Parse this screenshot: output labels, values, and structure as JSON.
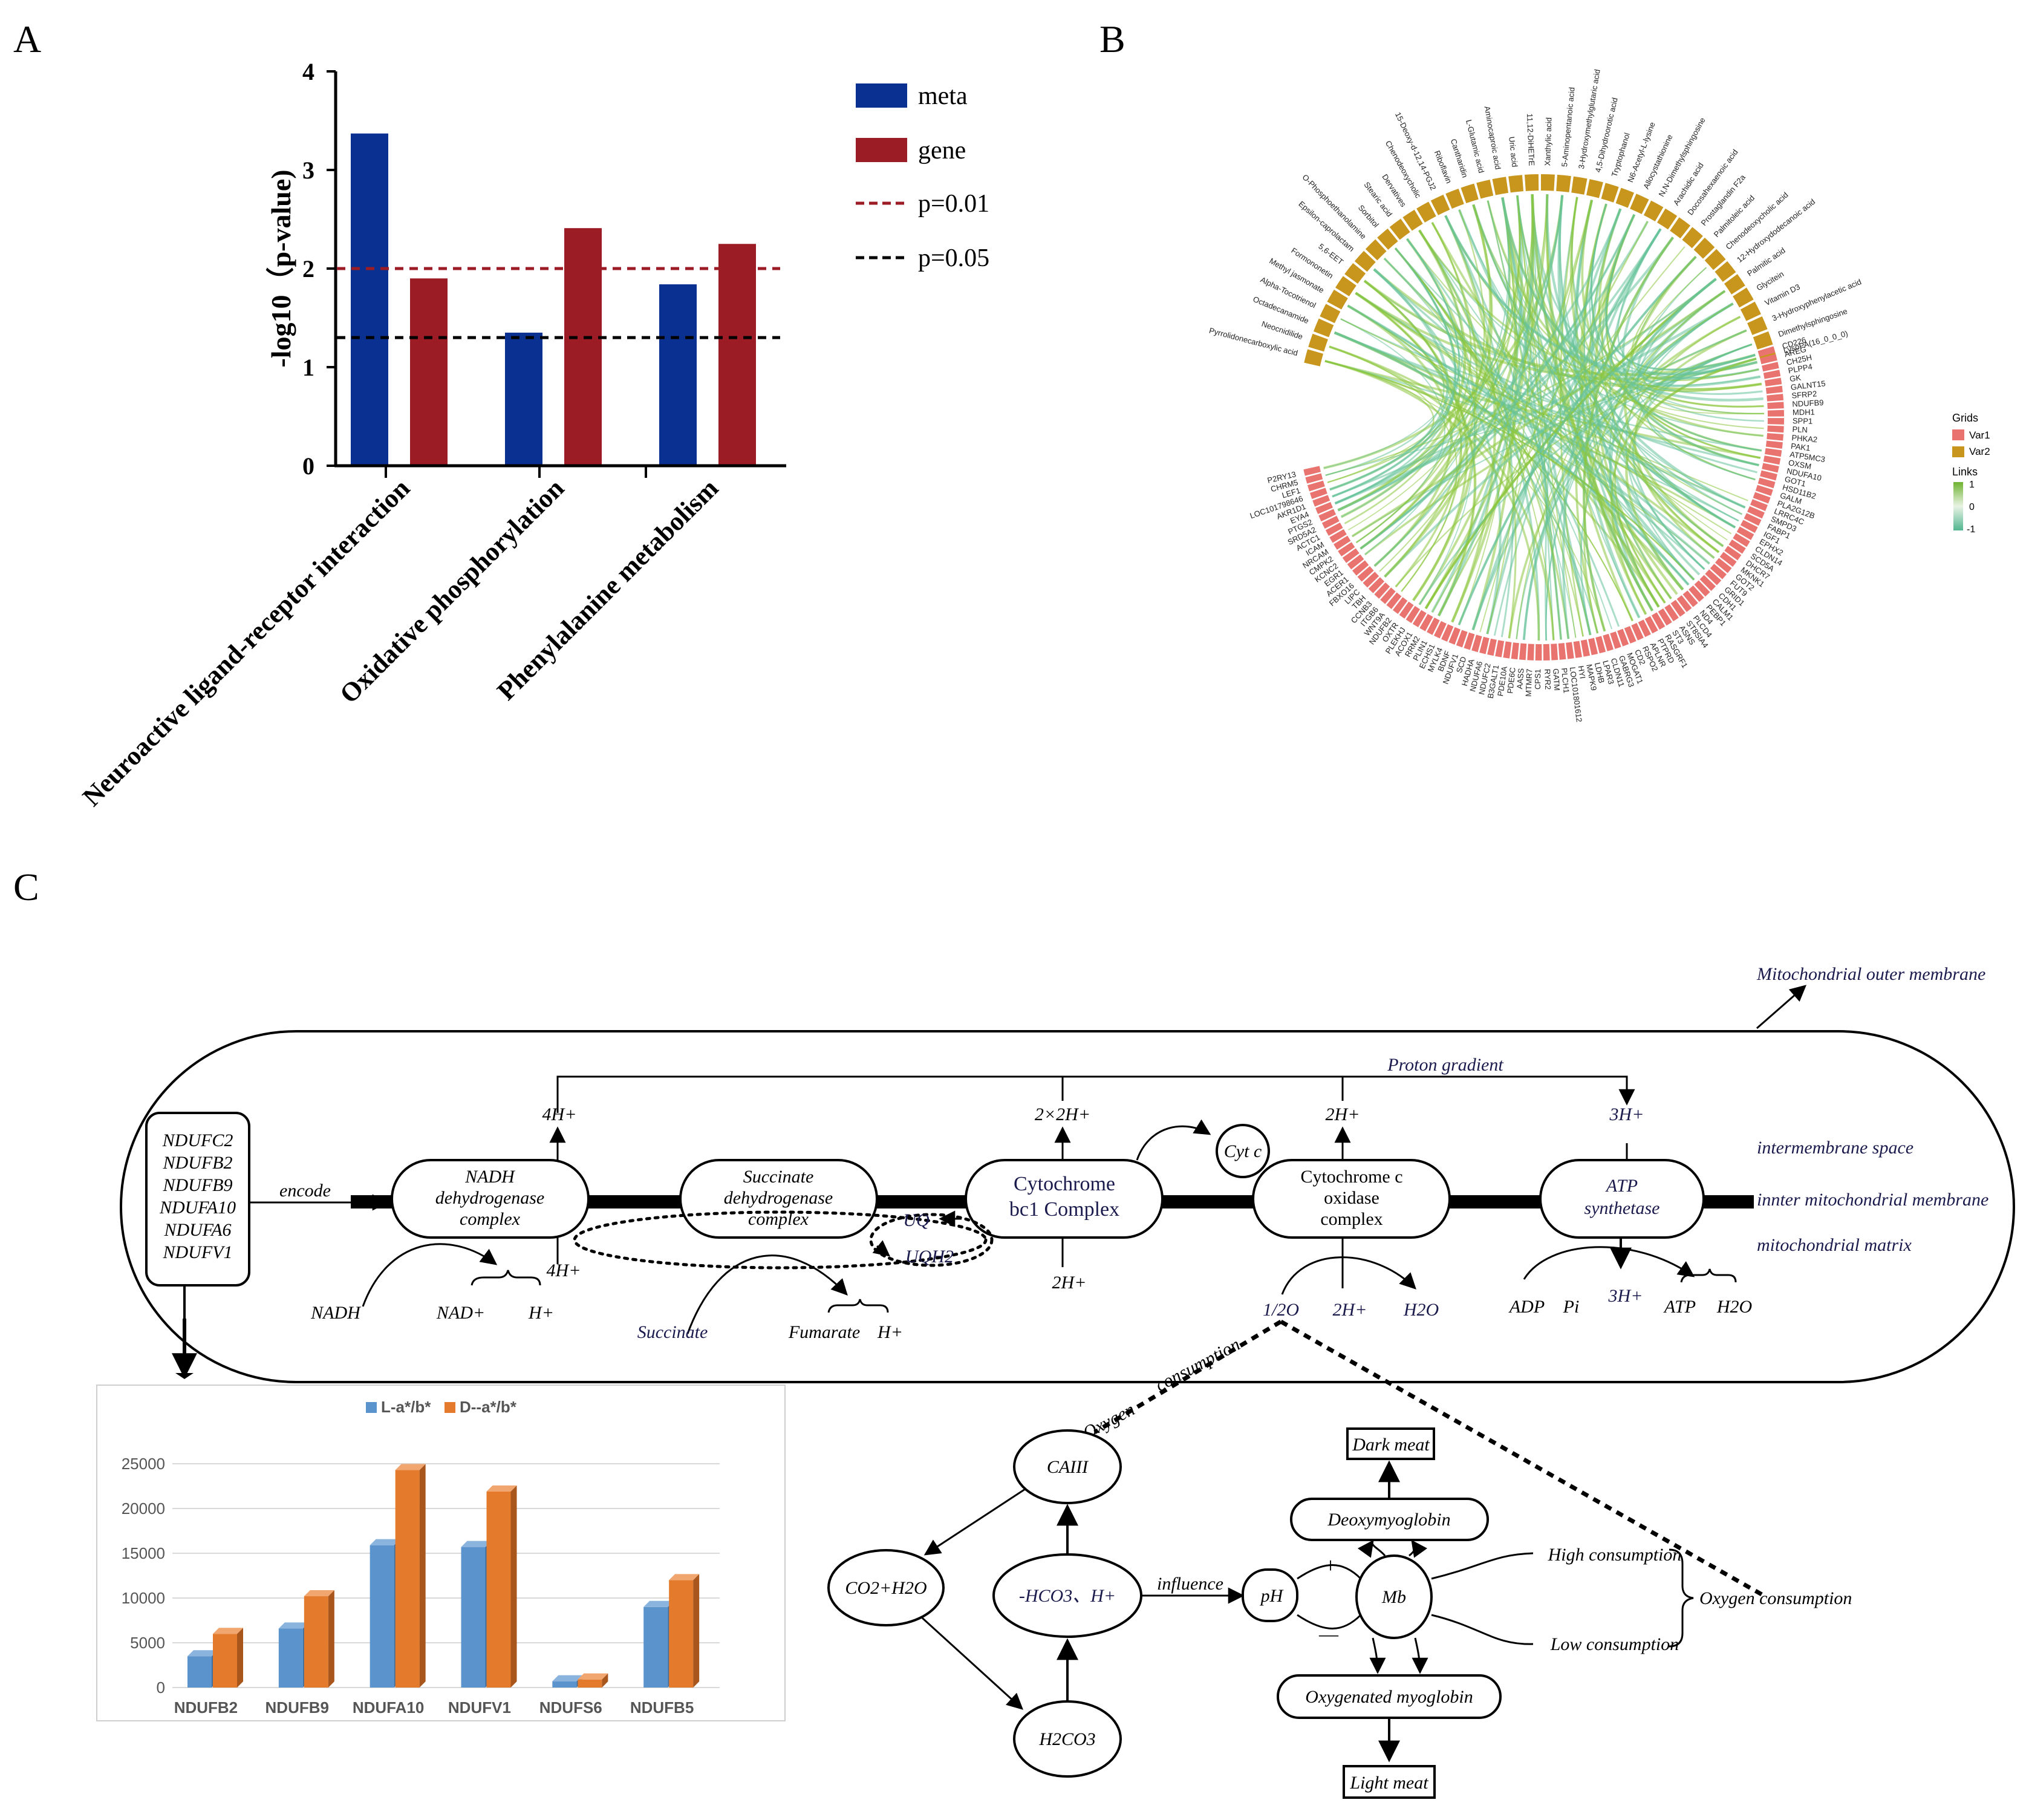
{
  "panels": {
    "a": "A",
    "b": "B",
    "c": "C"
  },
  "colors": {
    "meta": "#0a3092",
    "gene": "#9b1c24",
    "var1": "#e8736f",
    "var2": "#c9961d",
    "link_pos": "#8cc63e",
    "link_neg": "#66c29a",
    "bar_L": "#5b93cc",
    "bar_D": "#e47a2c"
  },
  "chart_a": {
    "type": "bar",
    "ylabel": "-log10（p-value)",
    "yticks": [
      "0",
      "1",
      "2",
      "3",
      "4"
    ],
    "categories": [
      "Neuroactive ligand-receptor interaction",
      "Oxidative phosphorylation",
      "Phenylalanine metabolism"
    ],
    "series": [
      {
        "name": "meta",
        "values": [
          3.37,
          1.35,
          1.84
        ]
      },
      {
        "name": "gene",
        "values": [
          1.9,
          2.41,
          2.25
        ]
      }
    ],
    "ylim": [
      0,
      4
    ],
    "thresholds": [
      {
        "label": "p=0.01",
        "value": 2.0
      },
      {
        "label": "p=0.05",
        "value": 1.3
      }
    ]
  },
  "chart_b": {
    "type": "chord",
    "var2_labels": [
      "Pyrrolidonecarboxylic acid",
      "Neocnidilide",
      "Octadecanamide",
      "Alpha-Tocotrienol",
      "Methyl jasmonate",
      "Formononetin",
      "5,6-EET",
      "Epsilon-caprolactam",
      "O-Phosphoethanolamine",
      "Sorbitol",
      "Stearic acid",
      "Dervatives",
      "Chenodeoxycholic",
      "15-Deoxy-d-12,14-PGJ2",
      "Riboflavin",
      "Cantharidin",
      "L-Glutamic acid",
      "Aminocaproic acid",
      "Uric acid",
      "11,12-DiHETrE",
      "Xanthylic acid",
      "5-Aminopentanoic acid",
      "3-Hydroxymethylglutaric acid",
      "4,5-Dihydroorotic acid",
      "Tryptophanol",
      "N6-Acetyl-L-lysine",
      "Allocystathionine",
      "N,N-Dimethylsphingosine",
      "Arachidic acid",
      "Docosahexaenoic acid",
      "Prostaglandin F2a",
      "Palmitoleic acid",
      "Chenodeoxycholic acid",
      "12-Hydroxydodecanoic acid",
      "Palmitic acid",
      "Glycitein",
      "Vitamin D3",
      "3-Hydroxyphenylacetic acid",
      "Dimethylsphingosine",
      "LysoPA(16_0_0_0)"
    ],
    "var1_right": [
      "CD226",
      "AREG",
      "CH25H",
      "PLPP4",
      "GK",
      "GALNT15",
      "SFRP2",
      "NDUFB9",
      "MDH1",
      "SPP1",
      "PLN",
      "PHKA2",
      "PAK1",
      "ATP5MC3",
      "OXSM",
      "NDUFA10",
      "GOT1",
      "HSD11B2",
      "GALM",
      "PLA2G12B",
      "LRRC4C",
      "SMPD3",
      "FABP1",
      "IGF1",
      "EPHX2",
      "CLDN14",
      "SCD5A",
      "DHCR7",
      "MKNK1",
      "GOT2",
      "FUT9",
      "GRID1",
      "CDH1",
      "CALM1",
      "PEBP1",
      "ND4",
      "PLCD4",
      "ST8SIA4",
      "ASNS",
      "ST3",
      "RASGRF1",
      "PTPRD"
    ],
    "var1_left": [
      "APLNR",
      "RSPO2",
      "CD2",
      "MOGAT1",
      "GABRG3",
      "CLDN11",
      "LPAR3",
      "LDHB",
      "MAPK9",
      "HYI",
      "LOC101801612",
      "PLCH1",
      "GATM",
      "RYR2",
      "CPS1",
      "MTMR7",
      "AASS",
      "PDE6C",
      "PDE10A",
      "B3GALT1",
      "NDUFC2",
      "NDUFA6",
      "HADHA",
      "SCD",
      "NDUFV1",
      "BDNF",
      "MYLK4",
      "ECHS1",
      "PLIN1",
      "RRM2",
      "ACOX1",
      "PLEKHJ",
      "OXTR",
      "NDUFB2",
      "WNT9A",
      "ITGB6",
      "CCNB3",
      "TBH",
      "LIPC",
      "FBXO16",
      "ACER1",
      "EGR1",
      "KCNC2",
      "CMPK2",
      "NRCAM",
      "ICAM",
      "ACTC1",
      "SRD5A2",
      "PTGS2",
      "EYA4",
      "AKR1D1",
      "LOC101798646",
      "LEF1",
      "CHRM5",
      "P2RY13"
    ],
    "legend": {
      "grids_title": "Grids",
      "var1": "Var1",
      "var2": "Var2",
      "links_title": "Links",
      "links_ticks": [
        "1",
        "0",
        "-1"
      ]
    }
  },
  "chart_c": {
    "type": "bar",
    "legend": [
      "L-a*/b*",
      "D--a*/b*"
    ],
    "categories": [
      "NDUFB2",
      "NDUFB9",
      "NDUFA10",
      "NDUFV1",
      "NDUFS6",
      "NDUFB5"
    ],
    "series": [
      {
        "name": "L-a*/b*",
        "values": [
          3500,
          6600,
          15900,
          15700,
          700,
          9000
        ]
      },
      {
        "name": "D--a*/b*",
        "values": [
          6000,
          10200,
          24300,
          21900,
          900,
          12000
        ]
      }
    ],
    "yticks": [
      "0",
      "5000",
      "10000",
      "15000",
      "20000",
      "25000"
    ],
    "ylim": [
      0,
      25000
    ]
  },
  "diagram": {
    "outer_membrane": "Mitochondrial outer membrane",
    "intermembrane": "intermembrane space",
    "inner_membrane": "innter mitochondrial membrane",
    "matrix": "mitochondrial matrix",
    "proton_gradient": "Proton gradient",
    "genes": [
      "NDUFC2",
      "NDUFB2",
      "NDUFB9",
      "NDUFA10",
      "NDUFA6",
      "NDUFV1"
    ],
    "encode": "encode",
    "complexes": {
      "c1": [
        "NADH",
        "dehydrogenase",
        "complex"
      ],
      "c2": [
        "Succinate",
        "dehydrogenase",
        "complex"
      ],
      "c3": [
        "Cytochrome",
        "bc1 Complex"
      ],
      "c4": [
        "Cytochrome c",
        "oxidase",
        "complex"
      ],
      "c5": [
        "ATP",
        "synthetase"
      ]
    },
    "protons": {
      "top1": "4H+",
      "top3": "2×2H+",
      "top4": "2H+",
      "top5": "3H+",
      "bot1": "4H+",
      "bot3": "2H+"
    },
    "cytc": "Cyt c",
    "uq": "UQ",
    "uqh2": "UQH2",
    "nadh": "NADH",
    "nadplus": "NAD+",
    "hplus": "H+",
    "succinate": "Succinate",
    "fumarate": "Fumarate",
    "half_o": "1/2O",
    "two_h": "2H+",
    "h2o": "H2O",
    "adp": "ADP",
    "pi": "Pi",
    "three_h": "3H+",
    "atp": "ATP",
    "oxygen": "Oxygen",
    "consumption": "consumption",
    "caiii": "CAIII",
    "co2h2o": "CO2+H2O",
    "hco3": "-HCO3、H+",
    "h2co3": "H2CO3",
    "influence": "influence",
    "ph": "pH",
    "mb": "Mb",
    "plus": "+",
    "minus": "—",
    "dark_meat": "Dark meat",
    "deoxymyoglobin": "Deoxymyoglobin",
    "oxygenated": "Oxygenated myoglobin",
    "light_meat": "Light meat",
    "high": "High consumption",
    "low": "Low consumption",
    "oxygen_consumption": "Oxygen  consumption"
  }
}
